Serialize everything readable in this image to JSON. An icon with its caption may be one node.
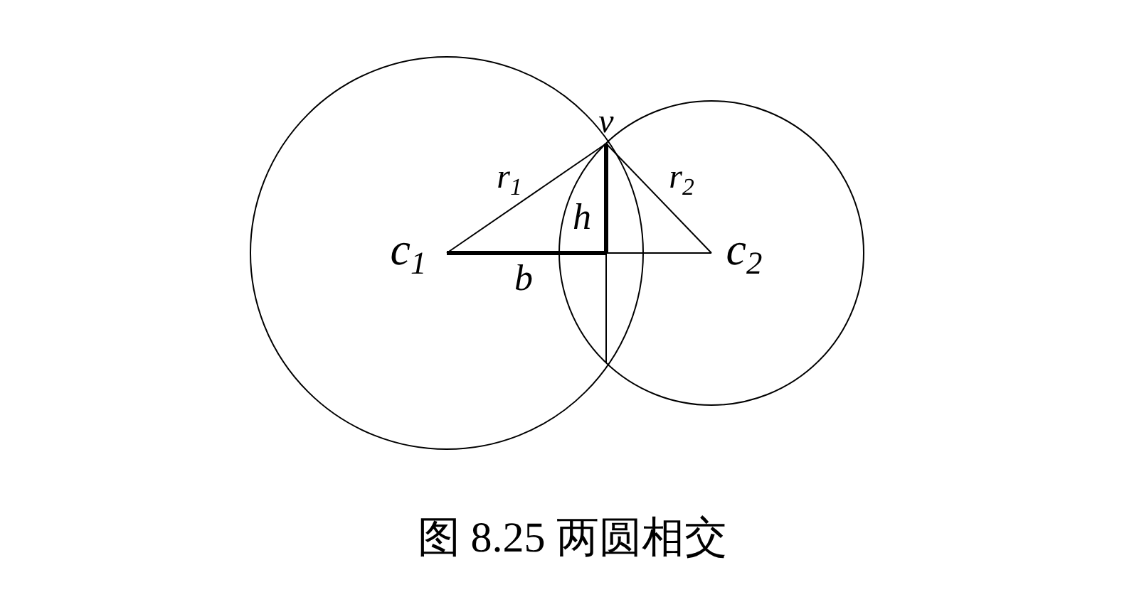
{
  "diagram": {
    "caption": "图 8.25 两圆相交",
    "labels": [
      "v",
      "r$_{1}$",
      "r$_{2}$",
      "h",
      "c$_{1}$",
      "b",
      "c$_{2}$"
    ]
  }
}
